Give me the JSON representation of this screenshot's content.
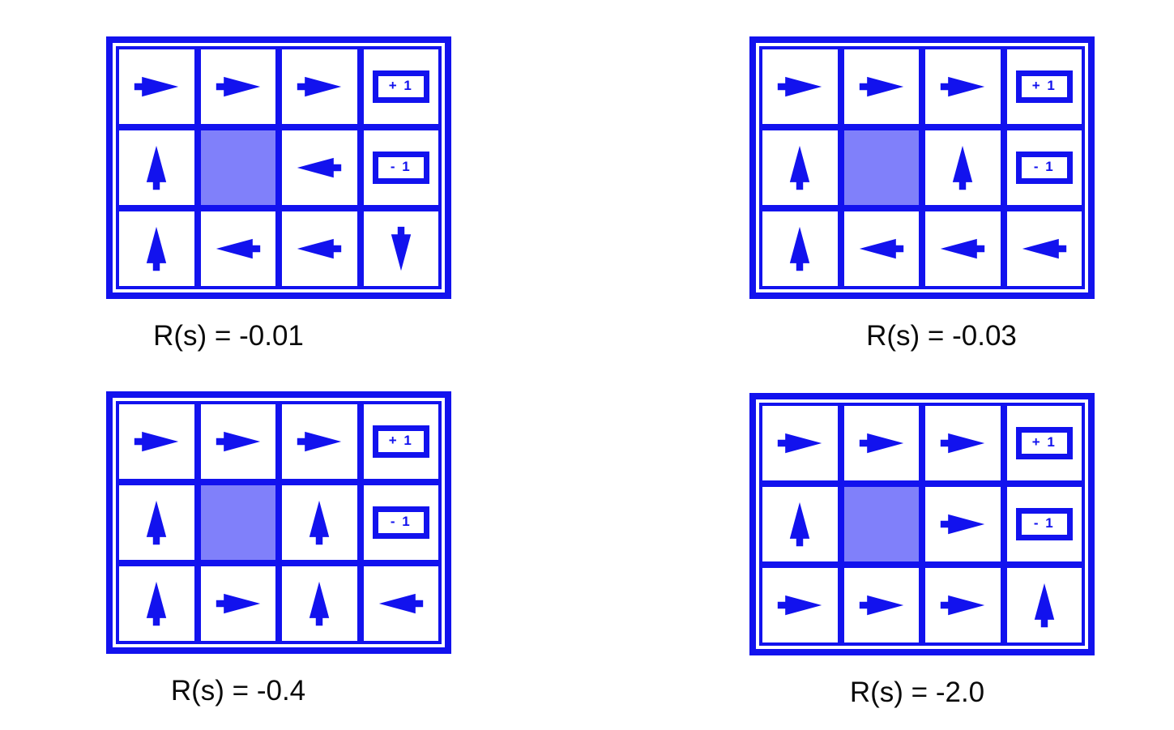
{
  "colors": {
    "blue": "#1212ee",
    "wall": "#8080fa",
    "cell_background": "#ffffff",
    "label_text": "#0a0a0a"
  },
  "badges": {
    "plus": "+ 1",
    "minus": "- 1"
  },
  "grids": [
    {
      "label": "R(s) = -0.01",
      "cells": [
        [
          "right",
          "right",
          "right",
          "plus"
        ],
        [
          "up",
          "wall",
          "left",
          "minus"
        ],
        [
          "up",
          "left",
          "left",
          "down"
        ]
      ]
    },
    {
      "label": "R(s) = -0.03",
      "cells": [
        [
          "right",
          "right",
          "right",
          "plus"
        ],
        [
          "up",
          "wall",
          "up",
          "minus"
        ],
        [
          "up",
          "left",
          "left",
          "left"
        ]
      ]
    },
    {
      "label": "R(s) = -0.4",
      "cells": [
        [
          "right",
          "right",
          "right",
          "plus"
        ],
        [
          "up",
          "wall",
          "up",
          "minus"
        ],
        [
          "up",
          "right",
          "up",
          "left"
        ]
      ]
    },
    {
      "label": "R(s) = -2.0",
      "cells": [
        [
          "right",
          "right",
          "right",
          "plus"
        ],
        [
          "up",
          "wall",
          "right",
          "minus"
        ],
        [
          "right",
          "right",
          "right",
          "up"
        ]
      ]
    }
  ]
}
